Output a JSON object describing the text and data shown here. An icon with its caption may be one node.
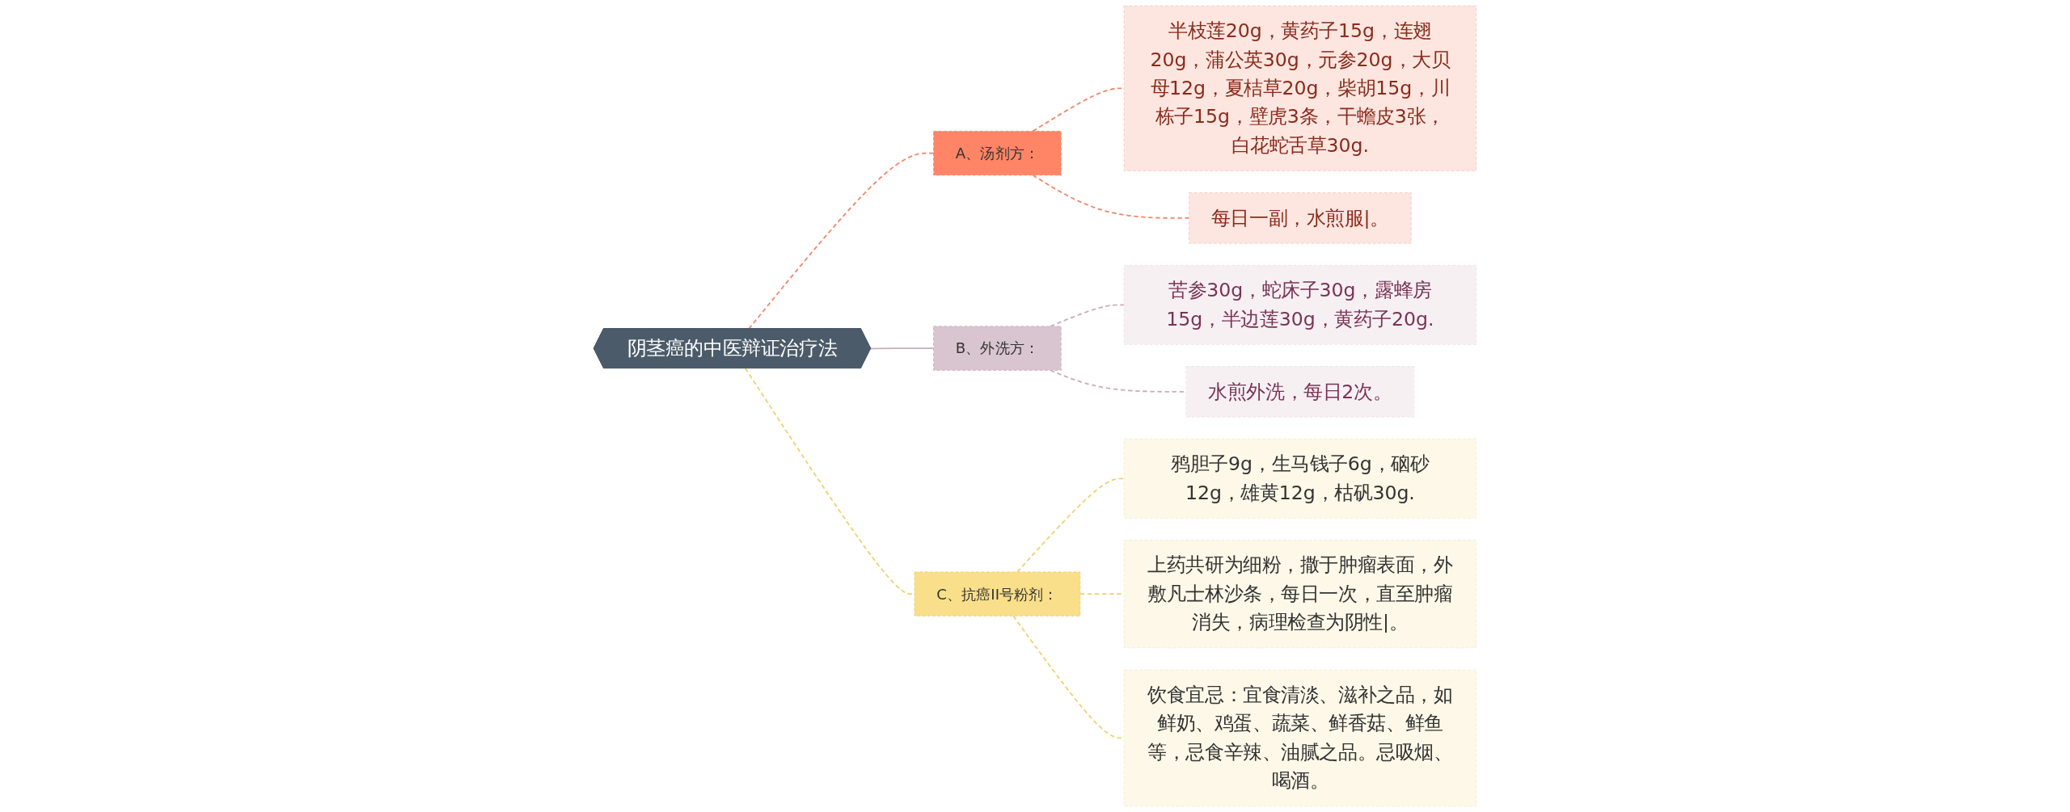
{
  "diagram": {
    "nodes": [
      {
        "text": [
          "阴茎癌的中医辩证治疗法"
        ]
      },
      {
        "text": [
          "A、汤剂方："
        ]
      },
      {
        "text": [
          "半枝莲20g，黄药子15g，连翅20g，蒲公英30g，元参20g，大贝母12g，夏桔草20g，柴胡15g，川栋子15g，壁虎3条，干蟾皮3张，白花蛇舌草30g."
        ]
      },
      {
        "text": [
          "每日一副，水煎服|。"
        ]
      },
      {
        "text": [
          "B、外洗方："
        ]
      },
      {
        "text": [
          "苦参30g，蛇床子30g，露蜂房15g，半边莲30g，黄药子20g."
        ]
      },
      {
        "text": [
          "水煎外洗，每日2次。"
        ]
      },
      {
        "text": [
          "C、抗癌II号粉剂："
        ]
      },
      {
        "text": [
          "鸦胆子9g，生马钱子6g，硇砂12g，雄黄12g，枯矾30g."
        ]
      },
      {
        "text": [
          "上药共研为细粉，撒于肿瘤表面，外敷凡士林沙条，每日一次，直至肿瘤消失，病理检查为阴性|。"
        ]
      },
      {
        "text": [
          "饮食宜忌：宜食清淡、滋补之品，如鲜奶、鸡蛋、蔬菜、鲜香菇、鲜鱼等，忌食辛辣、油腻之品。忌吸烟、喝酒。"
        ]
      }
    ],
    "edges": [
      {
        "from": 0,
        "to": 1,
        "arrow": "none",
        "style": "dashed",
        "color": "#f0876a"
      },
      {
        "from": 1,
        "to": 2,
        "arrow": "none",
        "style": "dashed",
        "color": "#f0876a"
      },
      {
        "from": 1,
        "to": 3,
        "arrow": "none",
        "style": "dashed",
        "color": "#f0876a"
      },
      {
        "from": 0,
        "to": 4,
        "arrow": "none",
        "color": "#c9adbb"
      },
      {
        "from": 4,
        "to": 5,
        "arrow": "none",
        "style": "dashed",
        "color": "#c9adbb"
      },
      {
        "from": 4,
        "to": 6,
        "arrow": "none",
        "style": "dashed",
        "color": "#c9adbb"
      },
      {
        "from": 0,
        "to": 7,
        "arrow": "none",
        "style": "dashed"
      },
      {
        "from": 7,
        "to": 8,
        "arrow": "none",
        "style": "dashed"
      },
      {
        "from": 7,
        "to": 9,
        "arrow": "none",
        "style": "dashed"
      },
      {
        "from": 7,
        "to": 10,
        "arrow": "none",
        "style": "dashed"
      }
    ]
  }
}
